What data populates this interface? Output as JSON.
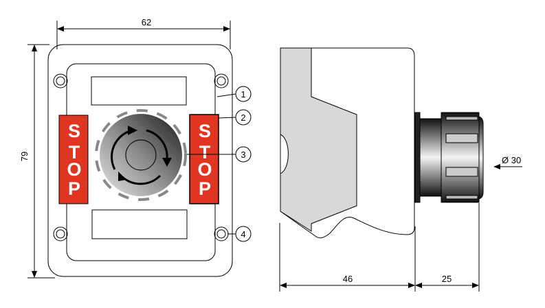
{
  "dimensions": {
    "width": "62",
    "height": "79",
    "depth_body": "46",
    "depth_button": "25",
    "diameter": "Ø 30"
  },
  "stop_label_letters": [
    "S",
    "T",
    "O",
    "P"
  ],
  "callouts": [
    "1",
    "2",
    "3",
    "4"
  ],
  "colors": {
    "stop_red": "#e03520",
    "section_gray": "#d8d8d8"
  }
}
